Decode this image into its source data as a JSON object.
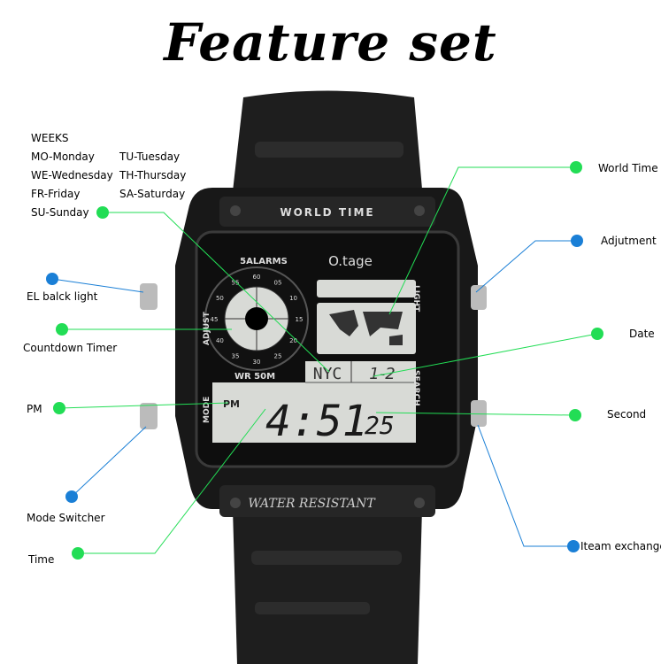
{
  "title": "Feature set",
  "weeks": {
    "heading": "WEEKS",
    "days": [
      "MO-Monday",
      "TU-Tuesday",
      "WE-Wednesday",
      "TH-Thursday",
      "FR-Friday",
      "SA-Saturday",
      "SU-Sunday"
    ]
  },
  "callouts": {
    "world_time": "World Time",
    "adjustment": "Adjutment",
    "backlight": "EL balck light",
    "countdown": "Countdown Timer",
    "date": "Date",
    "pm": "PM",
    "second": "Second",
    "mode_switcher": "Mode Switcher",
    "time": "Time",
    "item_exchange": "Iteam exchange"
  },
  "watch": {
    "bezel_top": "WORLD TIME",
    "alarms": "5ALARMS",
    "brand": "O.tage",
    "light": "LIGHT",
    "adjust": "ADJUST",
    "wr": "WR 50M",
    "mode": "MODE",
    "search": "SEARCH",
    "pm": "PM",
    "city": "NYC",
    "date": "1-2",
    "time": "4:51",
    "seconds": "25",
    "bottom": "WATER RESISTANT",
    "dial": [
      "60",
      "05",
      "10",
      "15",
      "20",
      "25",
      "30",
      "35",
      "40",
      "45",
      "50",
      "55"
    ]
  },
  "colors": {
    "green_dot": "#22dd55",
    "blue_dot": "#1a7fd6",
    "watch": "#1c1c1c",
    "lcd": "#d8dad6"
  }
}
